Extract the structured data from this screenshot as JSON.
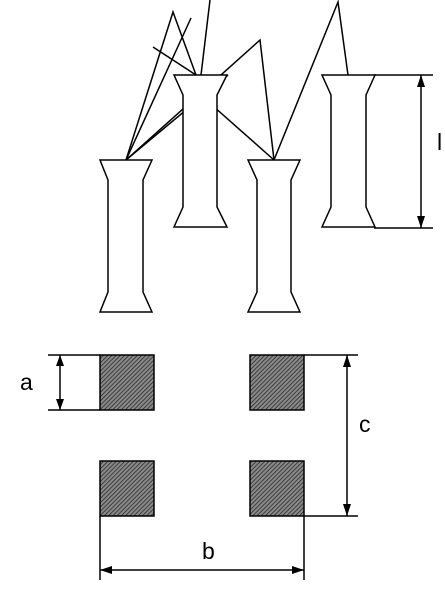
{
  "diagram": {
    "labels": {
      "a": "a",
      "b": "b",
      "c": "c",
      "l": "l"
    },
    "colors": {
      "stroke": "#000000",
      "background": "#ffffff",
      "hatch": "#404040"
    }
  }
}
